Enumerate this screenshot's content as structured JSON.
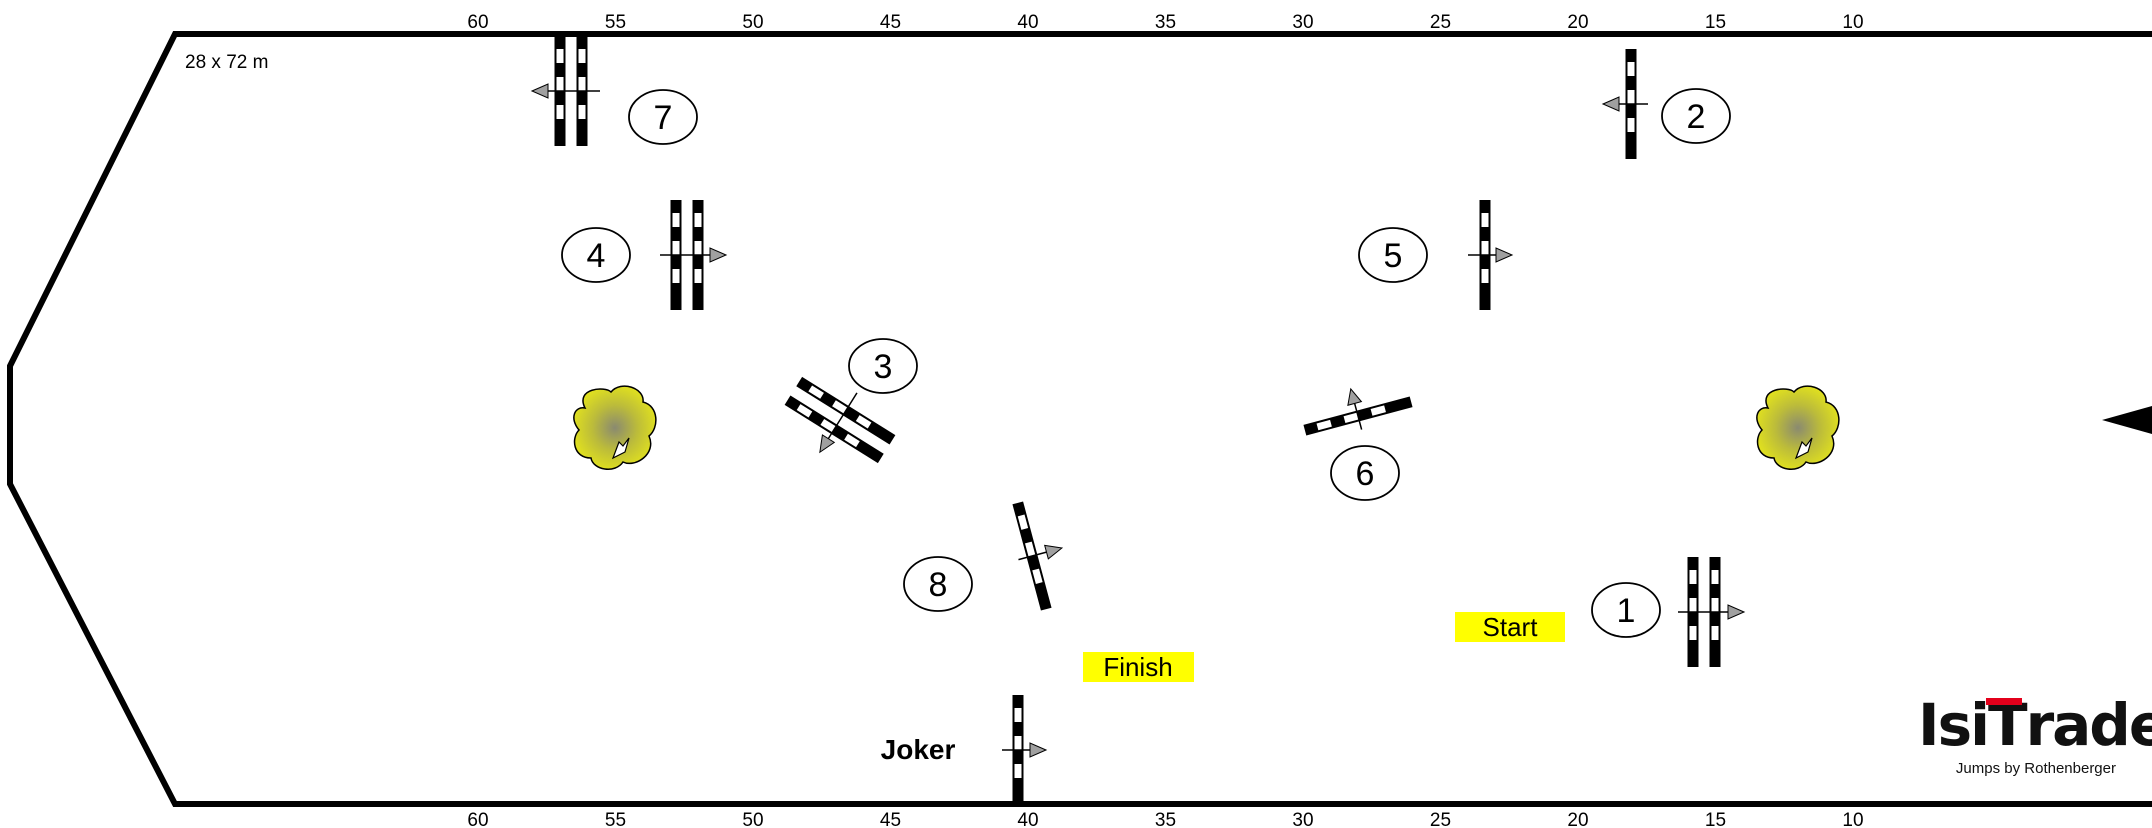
{
  "arena": {
    "size_label": "28 x 72 m"
  },
  "scale": {
    "ticks": [
      "60",
      "55",
      "50",
      "45",
      "40",
      "35",
      "30",
      "25",
      "20",
      "15",
      "10"
    ]
  },
  "obstacles": [
    {
      "number": "1"
    },
    {
      "number": "2"
    },
    {
      "number": "3"
    },
    {
      "number": "4"
    },
    {
      "number": "5"
    },
    {
      "number": "6"
    },
    {
      "number": "7"
    },
    {
      "number": "8"
    }
  ],
  "labels": {
    "start": "Start",
    "finish": "Finish",
    "joker": "Joker"
  },
  "colors": {
    "highlight": "#ffff00",
    "arrow_fill": "#a0a0a0",
    "tree_yellow": "#d8d820"
  },
  "logo": {
    "part1": "Isi",
    "part2": "T",
    "part3": "rade",
    "subtitle": "Jumps by Rothenberger"
  }
}
